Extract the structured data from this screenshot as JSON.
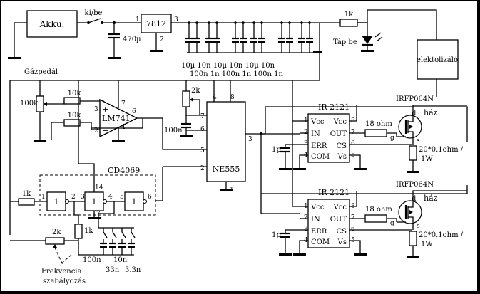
{
  "labels": {
    "battery": "Akku.",
    "switch": "ki/be",
    "regulator": "7812",
    "reg_pin1": "1",
    "reg_pin3": "3",
    "reg_pin2": "2",
    "cap_470u": "470µ",
    "r_1k_led": "1k",
    "led_label": "Táp be",
    "electrolyzer": "elektolizáló",
    "bank_top": "10µ     10n      10µ    10n      10µ    10n",
    "bank_bot": "100n     1n     100n     1n      100n    1n",
    "gas_pedal": "Gázpedál",
    "pot_100k": "100k",
    "r_10k_a": "10k",
    "r_10k_b": "10k",
    "opamp": "LM741",
    "oa_p3": "3",
    "oa_p2": "2",
    "oa_p7": "7",
    "oa_p4": "4",
    "oa_p6": "6",
    "pot_2k_timer": "2k",
    "cap_100n_timer": "100n",
    "ne_p4": "4",
    "ne_p8": "8",
    "ne_p7": "7",
    "ne_p6": "6",
    "ne_p5": "5",
    "ne_p2": "2",
    "ne_p3": "3",
    "ne_p1": "1",
    "ne555": "NE555",
    "cd4069": "CD4069",
    "r_1k_in": "1k",
    "g_p1": "1",
    "g_p2": "2",
    "g_p3": "3",
    "g_p4": "4",
    "g_p5": "5",
    "g_p6": "6",
    "g_p14": "14",
    "g_p7": "7",
    "gate_a": "1",
    "gate_b": "1",
    "gate_c": "1",
    "pot_2k_freq": "2k",
    "r_1k_freq": "1k",
    "cap_100n_f": "100n",
    "cap_33n": "33n",
    "cap_10n_f": "10n",
    "cap_3n3": "3.3n",
    "freq_line1": "Frekvencia",
    "freq_line2": "szabályozás",
    "ir_title": "IR 2121",
    "ir_vcc_l": "Vcc",
    "ir_in": "IN",
    "ir_err": "ERR",
    "ir_com": "COM",
    "ir_vcc_r": "Vcc",
    "ir_out": "OUT",
    "ir_cs": "CS",
    "ir_vs": "Vs",
    "ir_1": "1",
    "ir_2": "2",
    "ir_3": "3",
    "ir_4": "4",
    "ir_5": "5",
    "ir_6": "6",
    "ir_7": "7",
    "ir_8": "8",
    "cap_1p": "1p",
    "r_18ohm": "18 ohm",
    "mosfet": "IRFP064N",
    "mos_d": "d",
    "mos_g": "g",
    "mos_s": "s",
    "haz": "ház",
    "shunt_1": "20*0.1ohm /",
    "shunt_2": "1W"
  }
}
